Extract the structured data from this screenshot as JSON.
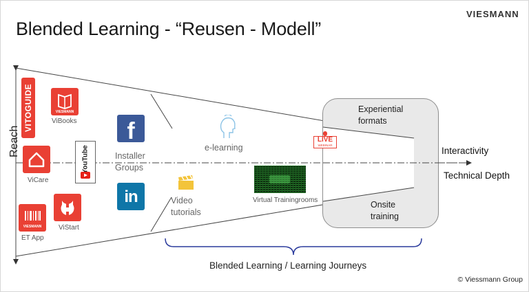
{
  "header": {
    "title": "Blended Learning - “Reusen - Modell”",
    "brand": "VIESMANN"
  },
  "axis": {
    "reach": "Reach",
    "interactivity": "Interactivity",
    "technical_depth": "Technical Depth"
  },
  "apps": {
    "vitoguide": "VITOGUIDE",
    "vibooks": "ViBooks",
    "vicare": "ViCare",
    "youtube": "YouTube",
    "etapp": "ET App",
    "vistart": "ViStart",
    "tile_brand": "VIESMANN"
  },
  "social": {
    "facebook": "f",
    "linkedin": "in",
    "installer_groups_line1": "Installer",
    "installer_groups_line2": "Groups"
  },
  "formats": {
    "video_line1": "Video",
    "video_line2": "tutorials",
    "elearning": "e-learning",
    "virtual": "Virtual Trainingrooms",
    "live_line1": "LIVE",
    "live_line2": "WEBINAR"
  },
  "box": {
    "experiential_line1": "Experiential",
    "experiential_line2": "formats",
    "onsite_line1": "Onsite",
    "onsite_line2": "training"
  },
  "journey": "Blended Learning / Learning Journeys",
  "footer": "© Viessmann Group",
  "colors": {
    "accent_red": "#e94034",
    "facebook_blue": "#3b5998",
    "linkedin_blue": "#0e76a8",
    "brace_blue": "#2a3a9c"
  }
}
